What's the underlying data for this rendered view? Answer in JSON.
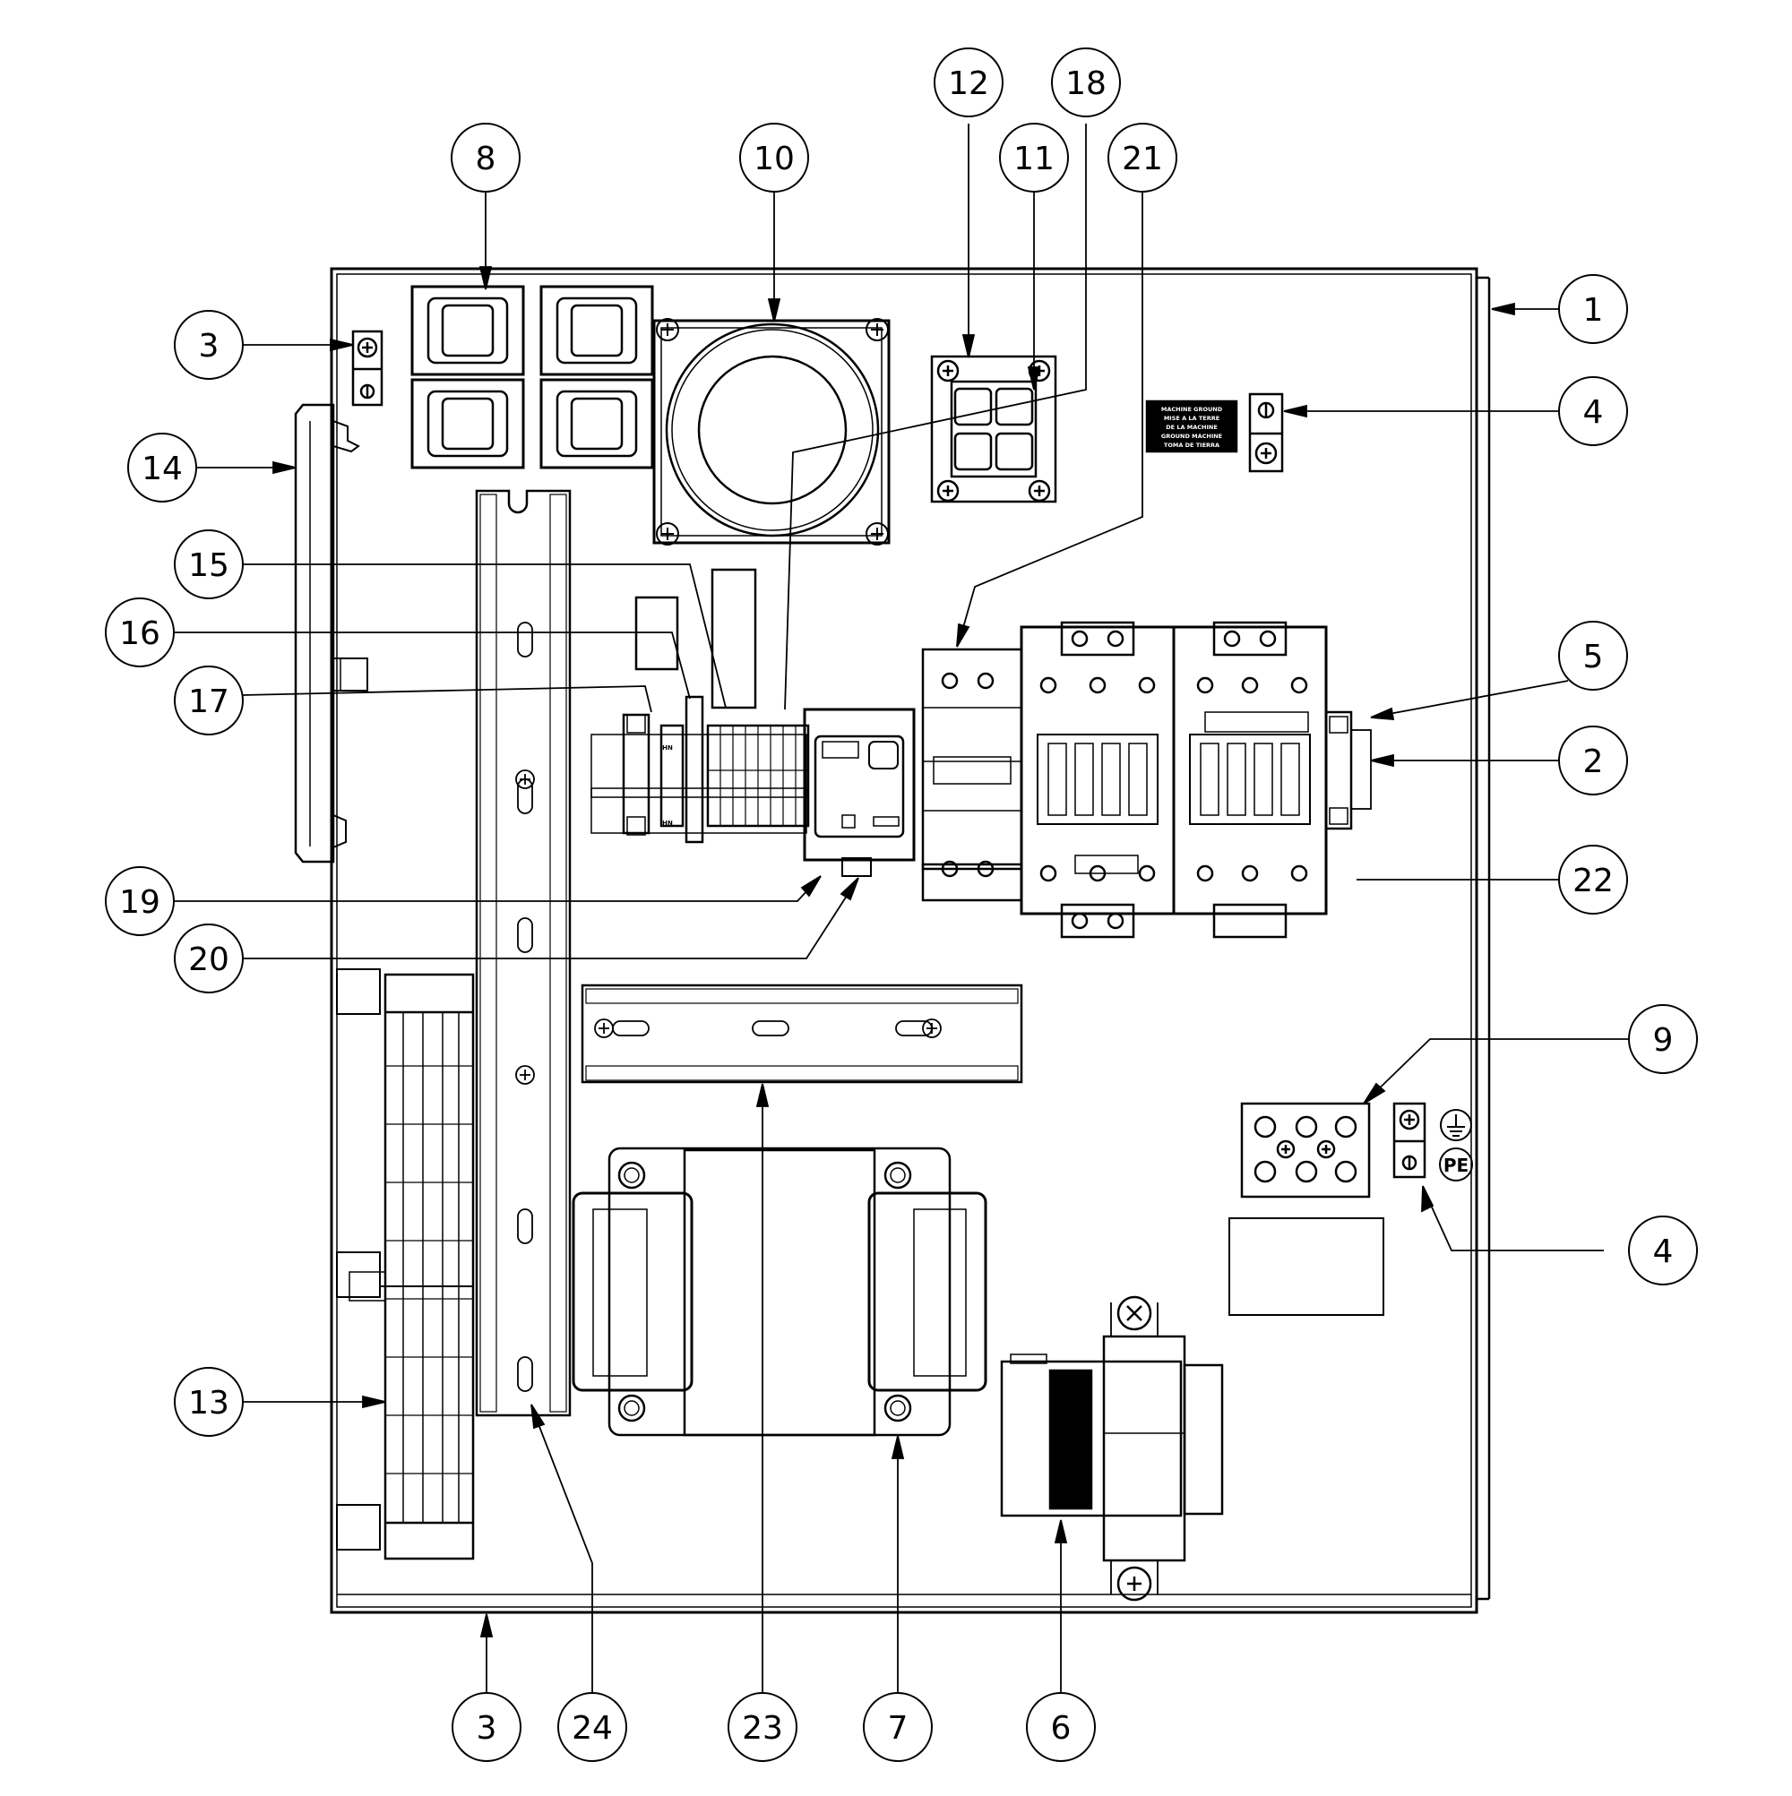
{
  "callouts": [
    {
      "label": "1"
    },
    {
      "label": "2"
    },
    {
      "label": "3"
    },
    {
      "label": "3"
    },
    {
      "label": "4"
    },
    {
      "label": "4"
    },
    {
      "label": "5"
    },
    {
      "label": "6"
    },
    {
      "label": "7"
    },
    {
      "label": "8"
    },
    {
      "label": "9"
    },
    {
      "label": "10"
    },
    {
      "label": "11"
    },
    {
      "label": "12"
    },
    {
      "label": "13"
    },
    {
      "label": "14"
    },
    {
      "label": "15"
    },
    {
      "label": "16"
    },
    {
      "label": "17"
    },
    {
      "label": "18"
    },
    {
      "label": "19"
    },
    {
      "label": "20"
    },
    {
      "label": "21"
    },
    {
      "label": "22"
    },
    {
      "label": "23"
    },
    {
      "label": "24"
    }
  ],
  "labels": {
    "ground_label": [
      "MACHINE GROUND",
      "MISE A LA TERRE",
      "DE LA MACHINE",
      "GROUND MACHINE",
      "TOMA DE TIERRA"
    ],
    "pe_mark": "PE",
    "terminal_marks": [
      "HN",
      "HN"
    ]
  }
}
